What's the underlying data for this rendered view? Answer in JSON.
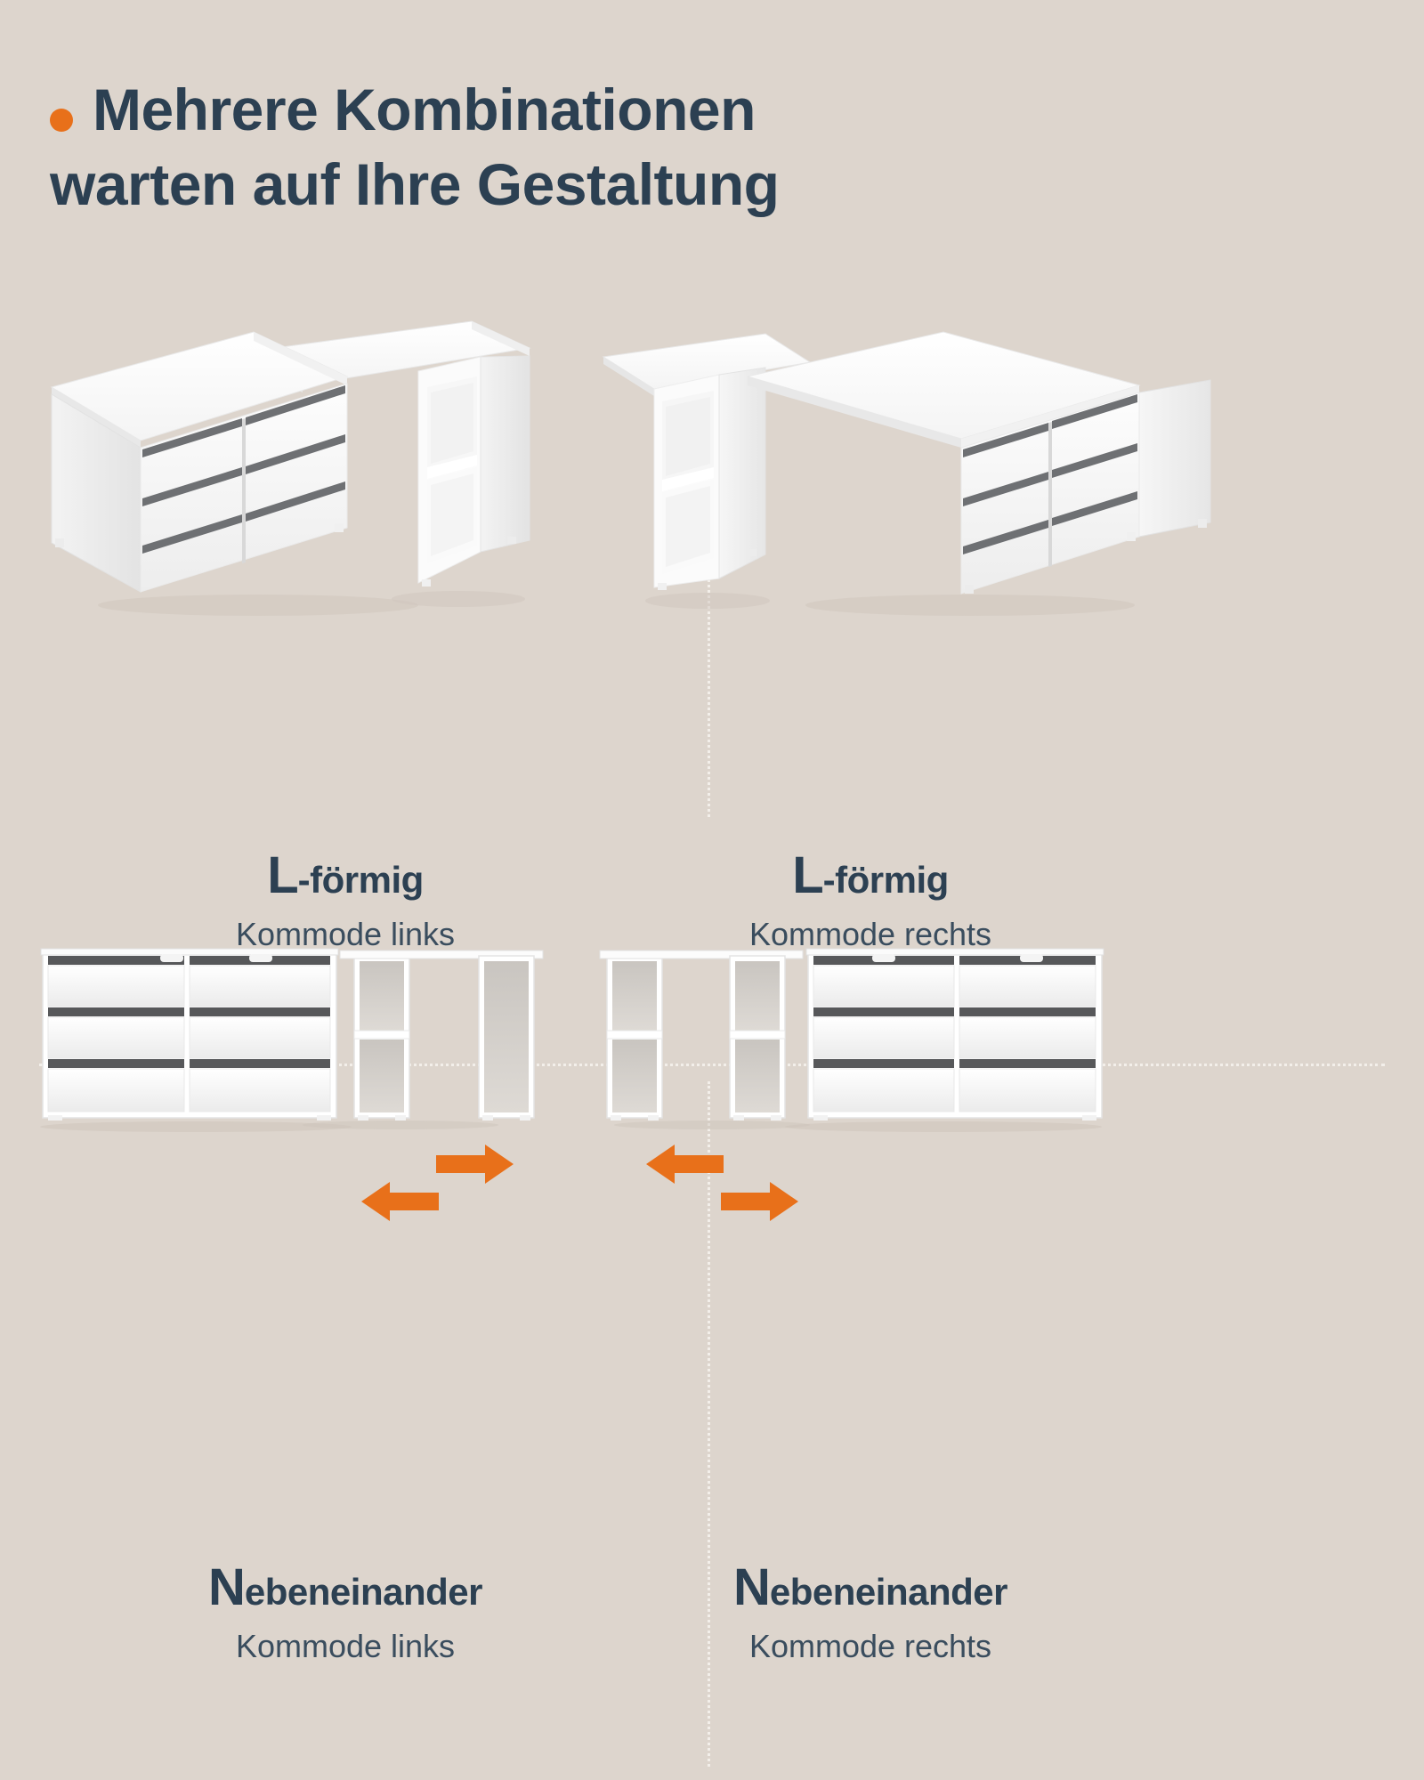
{
  "theme": {
    "background": "#ddd5cd",
    "navy": "#2c4052",
    "orange": "#e8701a",
    "divider": "#f3efea",
    "furniture_white": "#ffffff",
    "handle_gray": "#57585a"
  },
  "headline": {
    "bullet_icon": "bullet-dot-icon",
    "line1": "Mehrere Kombinationen",
    "line2": "warten auf Ihre Gestaltung"
  },
  "quadrants": [
    {
      "id": "top-left",
      "title_initial": "L",
      "title_rest": "-förmig",
      "subtitle": "Kommode links",
      "view": "isometric",
      "dresser_side": "left",
      "shelf_side": "right",
      "drawer_columns": 2,
      "drawer_rows": 3,
      "shelf_compartments": 2
    },
    {
      "id": "top-right",
      "title_initial": "L",
      "title_rest": "-förmig",
      "subtitle": "Kommode rechts",
      "view": "isometric",
      "dresser_side": "right",
      "shelf_side": "left",
      "drawer_columns": 2,
      "drawer_rows": 3,
      "shelf_compartments": 2
    },
    {
      "id": "bottom-left",
      "title_initial": "N",
      "title_rest": "ebeneinander",
      "subtitle": "Kommode links",
      "view": "front-elevation",
      "dresser_side": "left",
      "shelf_side": "right",
      "drawer_columns": 2,
      "drawer_rows": 3,
      "shelf_units": 2,
      "arrows": [
        {
          "name": "arrow-right-icon",
          "direction": "right"
        },
        {
          "name": "arrow-left-icon",
          "direction": "left"
        }
      ]
    },
    {
      "id": "bottom-right",
      "title_initial": "N",
      "title_rest": "ebeneinander",
      "subtitle": "Kommode rechts",
      "view": "front-elevation",
      "dresser_side": "right",
      "shelf_side": "left",
      "drawer_columns": 2,
      "drawer_rows": 3,
      "shelf_units": 2,
      "arrows": [
        {
          "name": "arrow-left-icon",
          "direction": "left"
        },
        {
          "name": "arrow-right-icon",
          "direction": "right"
        }
      ]
    }
  ]
}
